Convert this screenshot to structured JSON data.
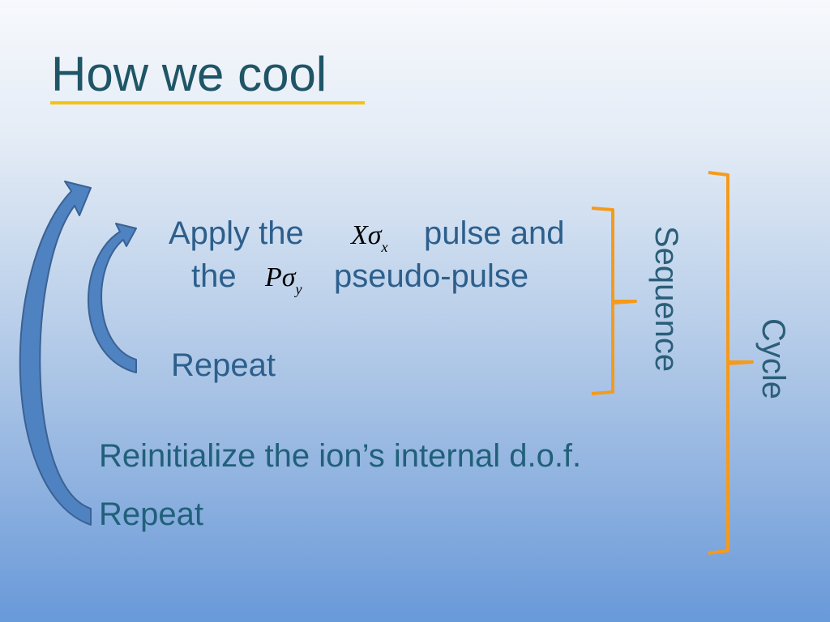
{
  "slide": {
    "title": "How we cool",
    "line1_prefix": "Apply the",
    "line1_math_main": "Xσ",
    "line1_math_sub": "x",
    "line1_suffix": "pulse and",
    "line2_prefix": "the",
    "line2_math_main": "Pσ",
    "line2_math_sub": "y",
    "line2_suffix": "pseudo-pulse",
    "inner_repeat": "Repeat",
    "reinitialize": "Reinitialize the ion’s internal d.o.f.",
    "outer_repeat": "Repeat",
    "bracket_sequence_label": "Sequence",
    "bracket_cycle_label": "Cycle"
  },
  "colors": {
    "title": "#1f5566",
    "title_underline": "#f5c20d",
    "bracket": "#f59a1b",
    "arrow_fill": "#4f82c1",
    "arrow_stroke": "#3a6294"
  }
}
